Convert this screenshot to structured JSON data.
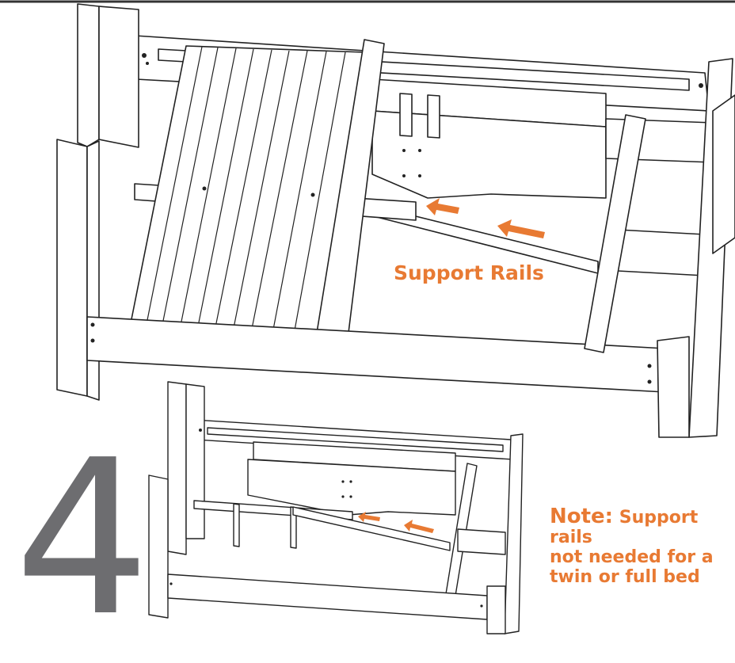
{
  "step": {
    "number": "4"
  },
  "callouts": {
    "support_rails": "Support Rails"
  },
  "note": {
    "label": "Note:",
    "text_line1": "Support rails",
    "text_line2": "not needed for a",
    "text_line3": "twin or full bed"
  },
  "colors": {
    "accent": "#e87a33",
    "ink": "#222222",
    "panel": "#ffffff",
    "step_gray": "#6d6d70"
  }
}
